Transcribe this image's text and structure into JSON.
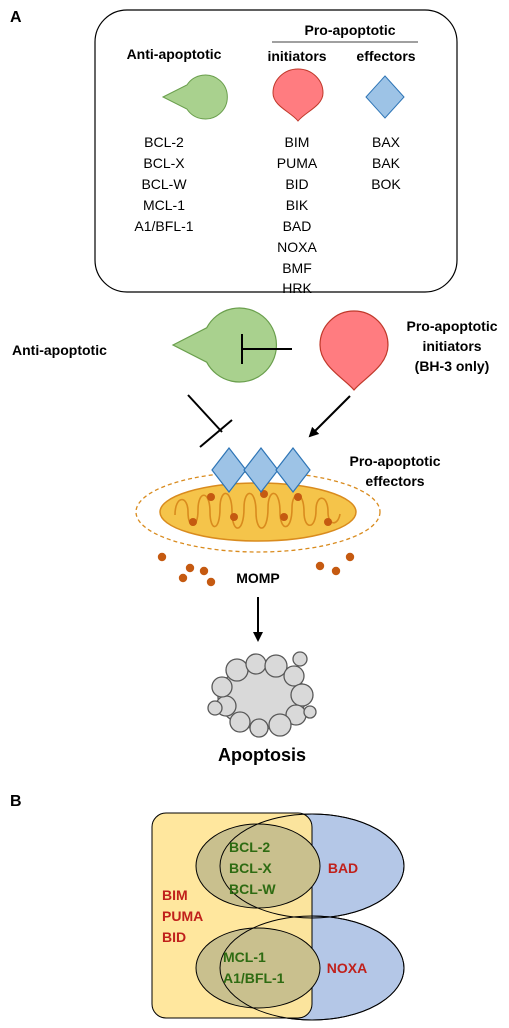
{
  "panel_a": {
    "label": "A",
    "box": {
      "anti_header": "Anti-apoptotic",
      "pro_header": "Pro-apoptotic",
      "initiators_header": "initiators",
      "effectors_header": "effectors",
      "anti_list": [
        "BCL-2",
        "BCL-X",
        "BCL-W",
        "MCL-1",
        "A1/BFL-1"
      ],
      "initiators_list": [
        "BIM",
        "PUMA",
        "BID",
        "BIK",
        "BAD",
        "NOXA",
        "BMF",
        "HRK"
      ],
      "effectors_list": [
        "BAX",
        "BAK",
        "BOK"
      ]
    },
    "pathway": {
      "anti_label": "Anti-apoptotic",
      "initiators_label_line1": "Pro-apoptotic",
      "initiators_label_line2": "initiators",
      "initiators_label_line3": "(BH-3 only)",
      "effectors_label_line1": "Pro-apoptotic",
      "effectors_label_line2": "effectors",
      "momp_label": "MOMP",
      "apoptosis_label": "Apoptosis"
    }
  },
  "panel_b": {
    "label": "B",
    "yellow_group": [
      "BIM",
      "PUMA",
      "BID"
    ],
    "top_group": [
      "BCL-2",
      "BCL-X",
      "BCL-W"
    ],
    "top_partner": "BAD",
    "bottom_group": [
      "MCL-1",
      "A1/BFL-1"
    ],
    "bottom_partner": "NOXA"
  },
  "colors": {
    "anti_green": "#a9d18e",
    "initiator_red": "#ff7c80",
    "effector_blue": "#9dc3e6",
    "mito_yellow": "#f5c44a",
    "mito_dots": "#c55a11",
    "venn_yellow": "#ffe699",
    "venn_blue": "#b4c7e7",
    "venn_overlap": "#c9c08e",
    "text_green": "#2e6b12",
    "text_red": "#c0201b"
  }
}
